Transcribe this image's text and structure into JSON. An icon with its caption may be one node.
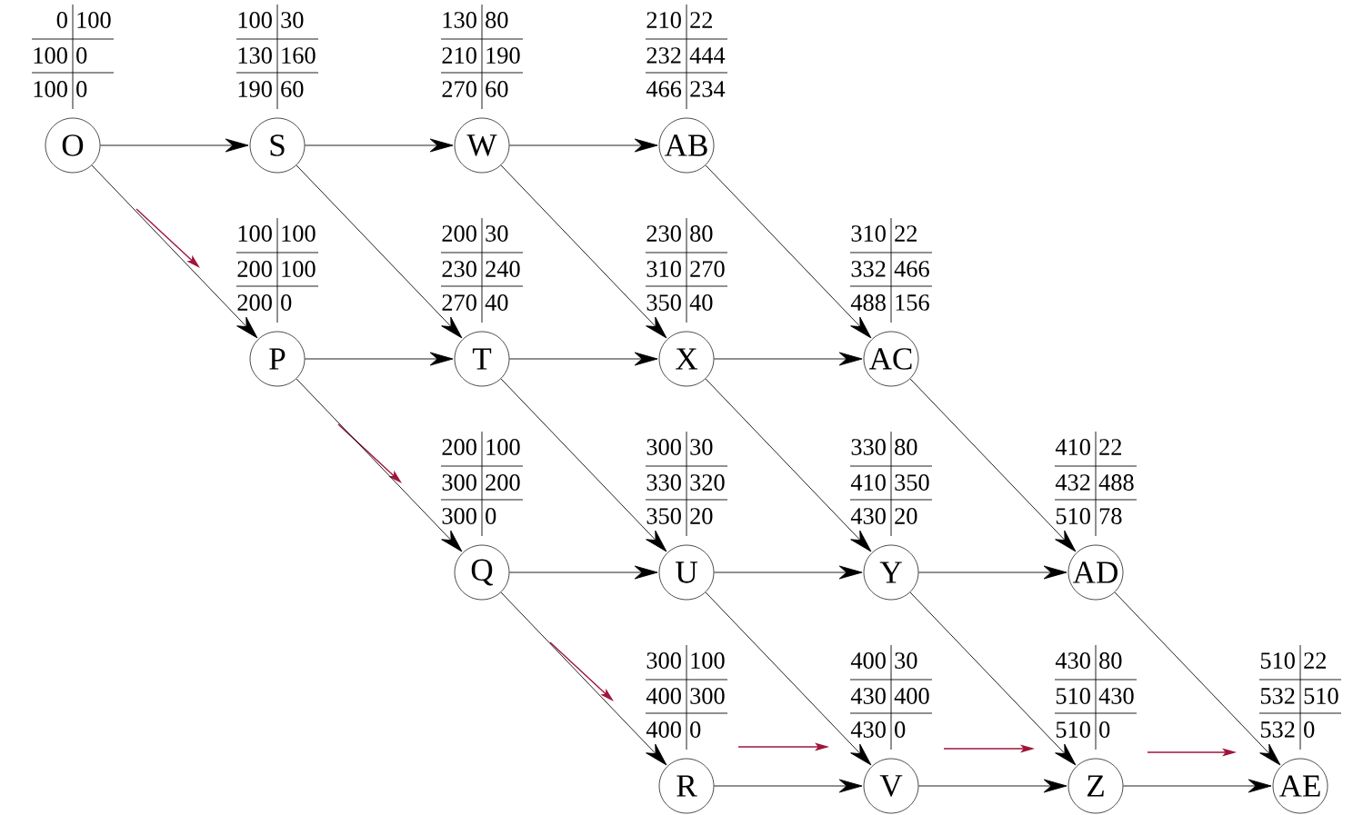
{
  "diagram": {
    "nodes": [
      {
        "text": [
          "O"
        ],
        "beside": [
          "0",
          "100",
          "100",
          "0",
          "100",
          "0"
        ]
      },
      {
        "text": [
          "S"
        ],
        "beside": [
          "100",
          "30",
          "130",
          "160",
          "190",
          "60"
        ]
      },
      {
        "text": [
          "W"
        ],
        "beside": [
          "130",
          "80",
          "210",
          "190",
          "270",
          "60"
        ]
      },
      {
        "text": [
          "AB"
        ],
        "beside": [
          "210",
          "22",
          "232",
          "444",
          "466",
          "234"
        ]
      },
      {
        "text": [
          "P"
        ],
        "beside": [
          "100",
          "100",
          "200",
          "100",
          "200",
          "0"
        ]
      },
      {
        "text": [
          "T"
        ],
        "beside": [
          "200",
          "30",
          "230",
          "240",
          "270",
          "40"
        ]
      },
      {
        "text": [
          "X"
        ],
        "beside": [
          "230",
          "80",
          "310",
          "270",
          "350",
          "40"
        ]
      },
      {
        "text": [
          "AC"
        ],
        "beside": [
          "310",
          "22",
          "332",
          "466",
          "488",
          "156"
        ]
      },
      {
        "text": [
          "Q"
        ],
        "beside": [
          "200",
          "100",
          "300",
          "200",
          "300",
          "0"
        ]
      },
      {
        "text": [
          "U"
        ],
        "beside": [
          "300",
          "30",
          "330",
          "320",
          "350",
          "20"
        ]
      },
      {
        "text": [
          "Y"
        ],
        "beside": [
          "330",
          "80",
          "410",
          "350",
          "430",
          "20"
        ]
      },
      {
        "text": [
          "AD"
        ],
        "beside": [
          "410",
          "22",
          "432",
          "488",
          "510",
          "78"
        ]
      },
      {
        "text": [
          "R"
        ],
        "beside": [
          "300",
          "100",
          "400",
          "300",
          "400",
          "0"
        ]
      },
      {
        "text": [
          "V"
        ],
        "beside": [
          "400",
          "30",
          "430",
          "400",
          "430",
          "0"
        ]
      },
      {
        "text": [
          "Z"
        ],
        "beside": [
          "430",
          "80",
          "510",
          "430",
          "510",
          "0"
        ]
      },
      {
        "text": [
          "AE"
        ],
        "beside": [
          "510",
          "22",
          "532",
          "510",
          "532",
          "0"
        ]
      }
    ],
    "edges": [
      {
        "from": 0,
        "to": 1,
        "arrow": "to"
      },
      {
        "from": 1,
        "to": 2,
        "arrow": "to"
      },
      {
        "from": 2,
        "to": 3,
        "arrow": "to"
      },
      {
        "from": 0,
        "to": 4,
        "arrow": "to"
      },
      {
        "from": 1,
        "to": 5,
        "arrow": "to"
      },
      {
        "from": 2,
        "to": 6,
        "arrow": "to"
      },
      {
        "from": 3,
        "to": 7,
        "arrow": "to"
      },
      {
        "from": 4,
        "to": 5,
        "arrow": "to"
      },
      {
        "from": 5,
        "to": 6,
        "arrow": "to"
      },
      {
        "from": 6,
        "to": 7,
        "arrow": "to"
      },
      {
        "from": 4,
        "to": 8,
        "arrow": "to"
      },
      {
        "from": 5,
        "to": 9,
        "arrow": "to"
      },
      {
        "from": 6,
        "to": 10,
        "arrow": "to"
      },
      {
        "from": 7,
        "to": 11,
        "arrow": "to"
      },
      {
        "from": 8,
        "to": 9,
        "arrow": "to"
      },
      {
        "from": 9,
        "to": 10,
        "arrow": "to"
      },
      {
        "from": 10,
        "to": 11,
        "arrow": "to"
      },
      {
        "from": 8,
        "to": 12,
        "arrow": "to"
      },
      {
        "from": 9,
        "to": 13,
        "arrow": "to"
      },
      {
        "from": 10,
        "to": 14,
        "arrow": "to"
      },
      {
        "from": 11,
        "to": 15,
        "arrow": "to"
      },
      {
        "from": 12,
        "to": 13,
        "arrow": "to"
      },
      {
        "from": 13,
        "to": 14,
        "arrow": "to"
      },
      {
        "from": 14,
        "to": 15,
        "arrow": "to"
      }
    ]
  }
}
